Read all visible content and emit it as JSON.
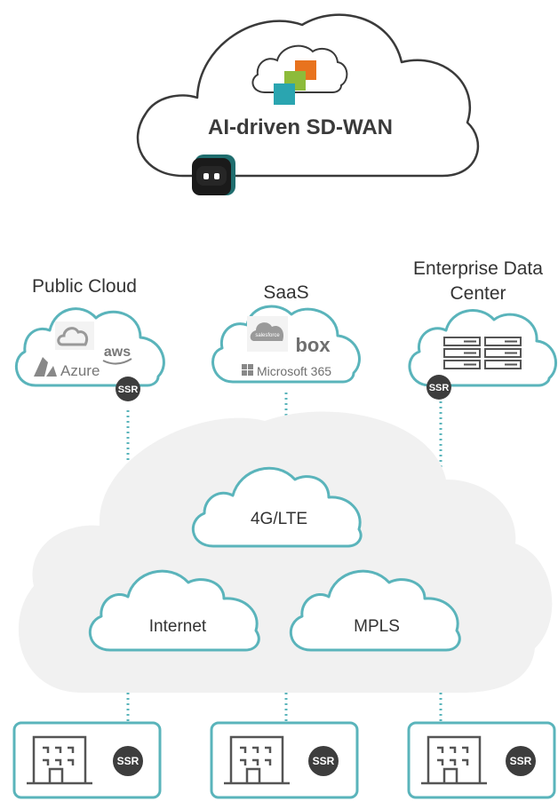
{
  "top_cloud": {
    "title": "AI-driven SD-WAN"
  },
  "sections": {
    "public_cloud": {
      "heading": "Public Cloud",
      "logos": {
        "aws": "aws",
        "azure": "Azure"
      }
    },
    "saas": {
      "heading": "SaaS",
      "logos": {
        "salesforce": "salesforce",
        "box": "box",
        "microsoft": "Microsoft 365"
      }
    },
    "enterprise": {
      "heading_line1": "Enterprise Data",
      "heading_line2": "Center"
    }
  },
  "transport": {
    "lte": "4G/LTE",
    "internet": "Internet",
    "mpls": "MPLS"
  },
  "ssr_label": "SSR",
  "colors": {
    "teal_outline": "#5ab4bb",
    "big_cloud_fill": "#f1f1f1",
    "ssr_badge": "#3d3d3d",
    "logo_orange": "#e8731e",
    "logo_green": "#8dbb3a",
    "logo_teal": "#2aa5b0"
  }
}
